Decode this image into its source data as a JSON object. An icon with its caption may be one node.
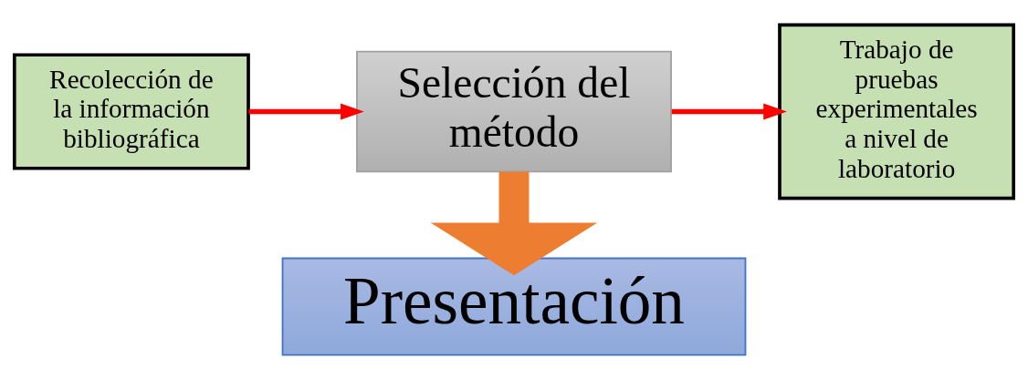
{
  "diagram": {
    "nodes": [
      {
        "text": [
          "Recolección de la información bibliográfica"
        ]
      },
      {
        "text": [
          "Selección del método"
        ]
      },
      {
        "text": [
          "Trabajo de pruebas experimentales a nivel de laboratorio"
        ]
      },
      {
        "text": [
          "Presentación"
        ]
      }
    ],
    "edges": [
      {
        "from": 0,
        "to": 1,
        "arrow": "to"
      },
      {
        "from": 1,
        "to": 2,
        "arrow": "to"
      },
      {
        "from": 1,
        "to": 3,
        "arrow": "to",
        "style": "thick",
        "color": "#ed7d31"
      }
    ]
  }
}
